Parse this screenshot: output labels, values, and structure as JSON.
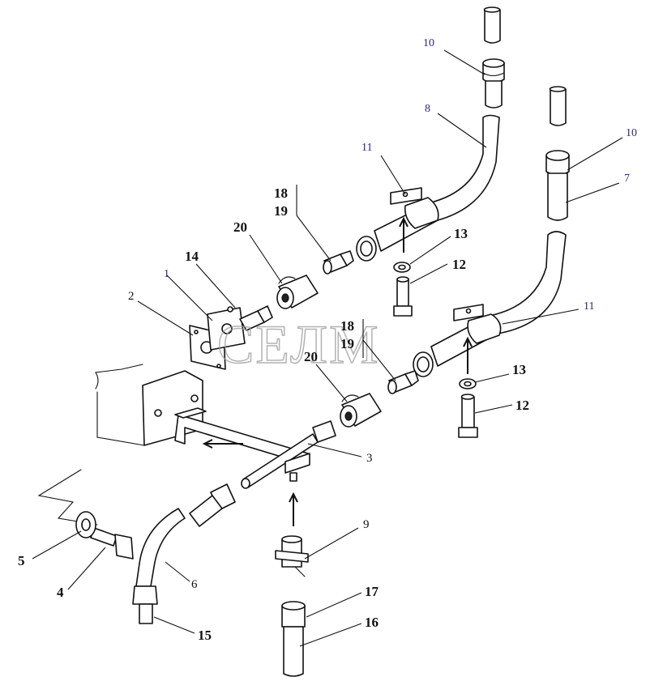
{
  "callouts": {
    "c1": "1",
    "c2": "2",
    "c3": "3",
    "c4": "4",
    "c5": "5",
    "c6": "6",
    "c7": "7",
    "c8": "8",
    "c9": "9",
    "c10a": "10",
    "c10b": "10",
    "c11a": "11",
    "c11b": "11",
    "c12a": "12",
    "c12b": "12",
    "c13a": "13",
    "c13b": "13",
    "c14": "14",
    "c15": "15",
    "c16": "16",
    "c17": "17",
    "c18a": "18",
    "c19a": "19",
    "c18b": "18",
    "c19b": "19",
    "c20a": "20",
    "c20b": "20"
  },
  "watermark": "СЕЛМ"
}
